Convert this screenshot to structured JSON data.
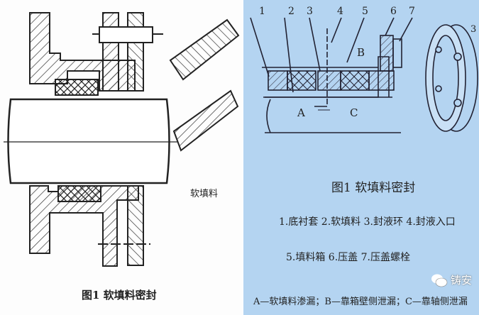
{
  "left_panel": {
    "packing_label": "软填料",
    "caption": "图1  软填料密封"
  },
  "right_panel": {
    "part_numbers": [
      "1",
      "2",
      "3",
      "4",
      "5",
      "6",
      "7"
    ],
    "ring_part_number": "3",
    "leak_markers": {
      "a": "A",
      "b": "B",
      "c": "C"
    },
    "caption": "图1  软填料密封",
    "legend_line1": "1.底衬套  2.软填料  3.封液环  4.封液入口",
    "legend_line2": "5.填料箱  6.压盖  7.压盖螺栓",
    "legend_line3": "A—软填料渗漏；B—靠箱壁侧泄漏；C—靠轴侧泄漏",
    "background_color": "#b4d4f1"
  },
  "watermark": {
    "text": "铸安",
    "icon": "wechat-icon"
  }
}
